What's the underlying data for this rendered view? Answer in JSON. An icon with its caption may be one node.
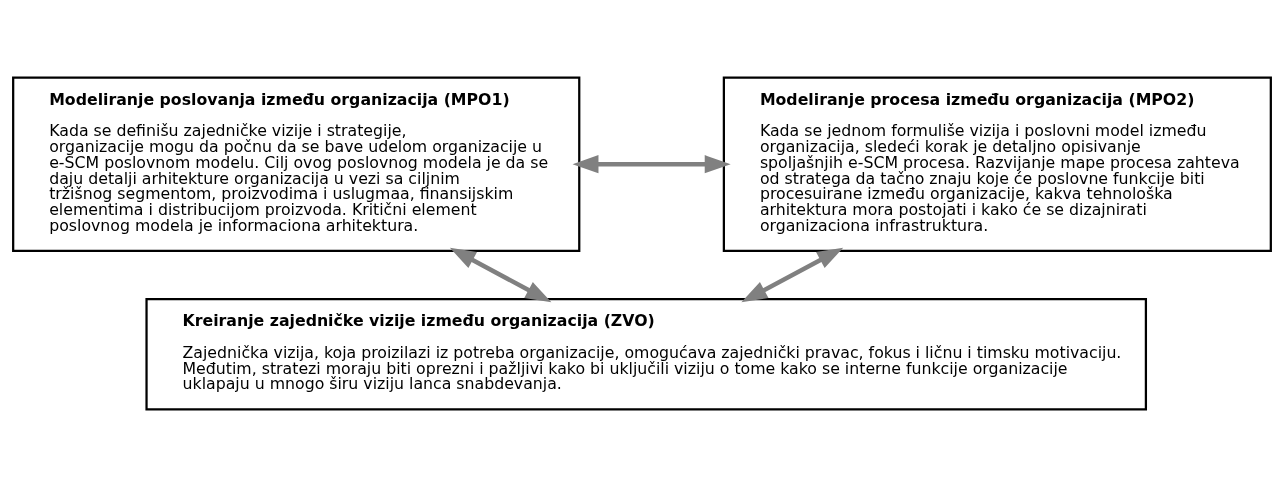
{
  "diagram": {
    "nodes": [
      {
        "text": [
          "Modeliranje poslovanja između organizacija (MPO1)",
          "Kada se definišu zajedničke vizije i strategije, organizacije mogu da počnu da se bave udelom organizacije u e-SCM poslovnom modelu. Cilj ovog poslovnog modela je da se daju detalji arhitekture organizacija u vezi sa ciljnim tržišnog segmentom, proizvodima i uslugmaa, finansijskim elementima i distribucijom proizvoda. Kritični element poslovnog modela je informaciona arhitektura."
        ]
      },
      {
        "text": [
          "Modeliranje procesa između organizacija (MPO2)",
          "Kada se jednom formuliše vizija i poslovni model između organizacija, sledeći korak je detaljno opisivanje spoljašnjih e-SCM procesa. Razvijanje mape procesa zahteva od stratega da tačno znaju koje će poslovne funkcije biti procesuirane između organizacije, kakva tehnološka arhitektura mora postojati i kako će se dizajnirati organizaciona infrastruktura."
        ]
      },
      {
        "text": [
          "Kreiranje zajedničke vizije između organizacija (ZVO)",
          "Zajednička vizija, koja proizilazi iz potreba organizacije, omogućava zajednički pravac, fokus i ličnu i timsku motivaciju. Međutim, stratezi moraju biti oprezni i pažljivi kako bi uključili viziju o tome kako se interne funkcije organizacije uklapaju u mnogo širu viziju lanca snabdevanja."
        ]
      }
    ],
    "edges": [
      {
        "from": 0,
        "to": 2,
        "arrow": "both"
      },
      {
        "from": 0,
        "to": 1,
        "arrow": "both"
      },
      {
        "from": 1,
        "to": 2,
        "arrow": "both"
      }
    ]
  }
}
